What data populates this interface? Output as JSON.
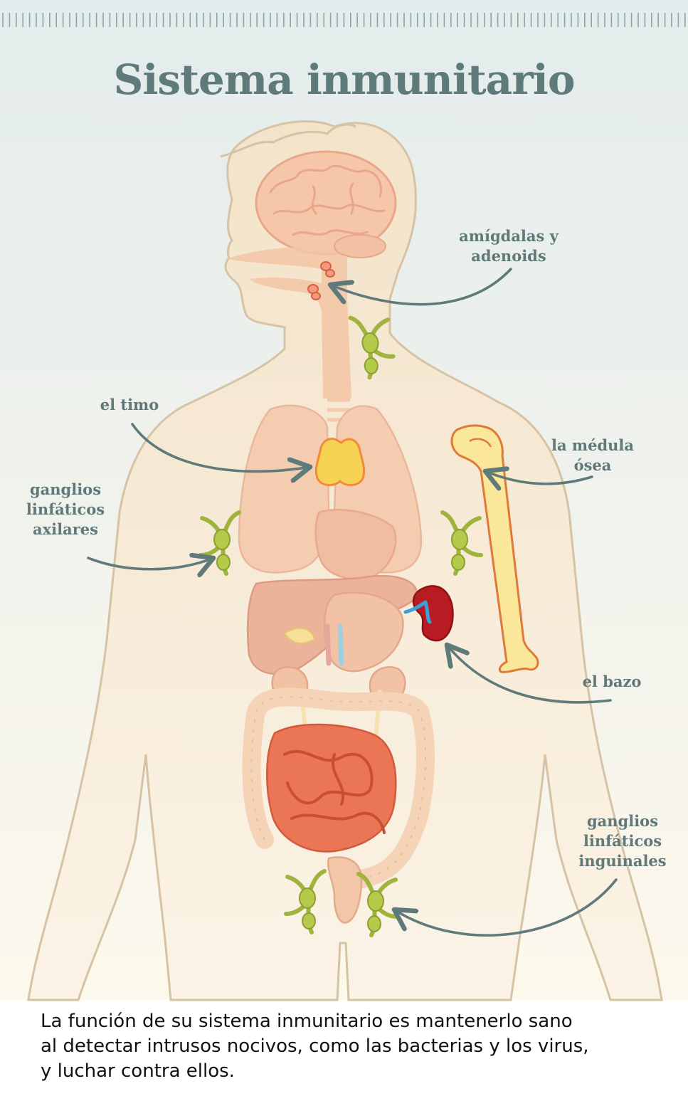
{
  "title": "Sistema inmunitario",
  "labels": {
    "tonsils": [
      "amígdalas y",
      "adenoids"
    ],
    "thymus": [
      "el timo"
    ],
    "bone_marrow": [
      "la médula",
      "ósea"
    ],
    "axillary_nodes": [
      "ganglios",
      "linfáticos",
      "axilares"
    ],
    "spleen": [
      "el bazo"
    ],
    "inguinal_nodes": [
      "ganglios",
      "linfáticos",
      "inguinales"
    ]
  },
  "caption": [
    "La función de su sistema inmunitario es mantenerlo sano",
    "al detectar intrusos nocivos, como las bacterias y los virus,",
    "y luchar contra ellos."
  ],
  "colors": {
    "background_top": "#e3ecec",
    "background_bottom": "#fdf8ec",
    "body_fill": "#f6e6cf",
    "body_outline": "#d9c4a8",
    "arrow": "#5f7a7a",
    "title": "#5f7a7a",
    "lymph_node": "#9fb43c",
    "thymus": "#f6d050",
    "spleen": "#b3161c",
    "bone": "#fbe79a",
    "intestine": "#e86a4c",
    "organs": "#f2c4a6"
  }
}
